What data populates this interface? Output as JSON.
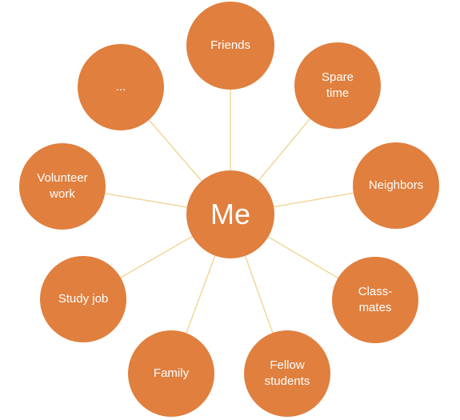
{
  "colors": {
    "node_fill": "#e07f3e",
    "connector": "#f2d79a",
    "label": "#ffffff"
  },
  "center": {
    "label": "Me"
  },
  "nodes": [
    {
      "id": "friends",
      "label": "Friends"
    },
    {
      "id": "spare-time",
      "label": "Spare\ntime"
    },
    {
      "id": "neighbors",
      "label": "Neighbors"
    },
    {
      "id": "classmates",
      "label": "Class-\nmates"
    },
    {
      "id": "fellow-students",
      "label": "Fellow\nstudents"
    },
    {
      "id": "family",
      "label": "Family"
    },
    {
      "id": "study-job",
      "label": "Study job"
    },
    {
      "id": "volunteer-work",
      "label": "Volunteer\nwork"
    },
    {
      "id": "more",
      "label": "..."
    }
  ]
}
